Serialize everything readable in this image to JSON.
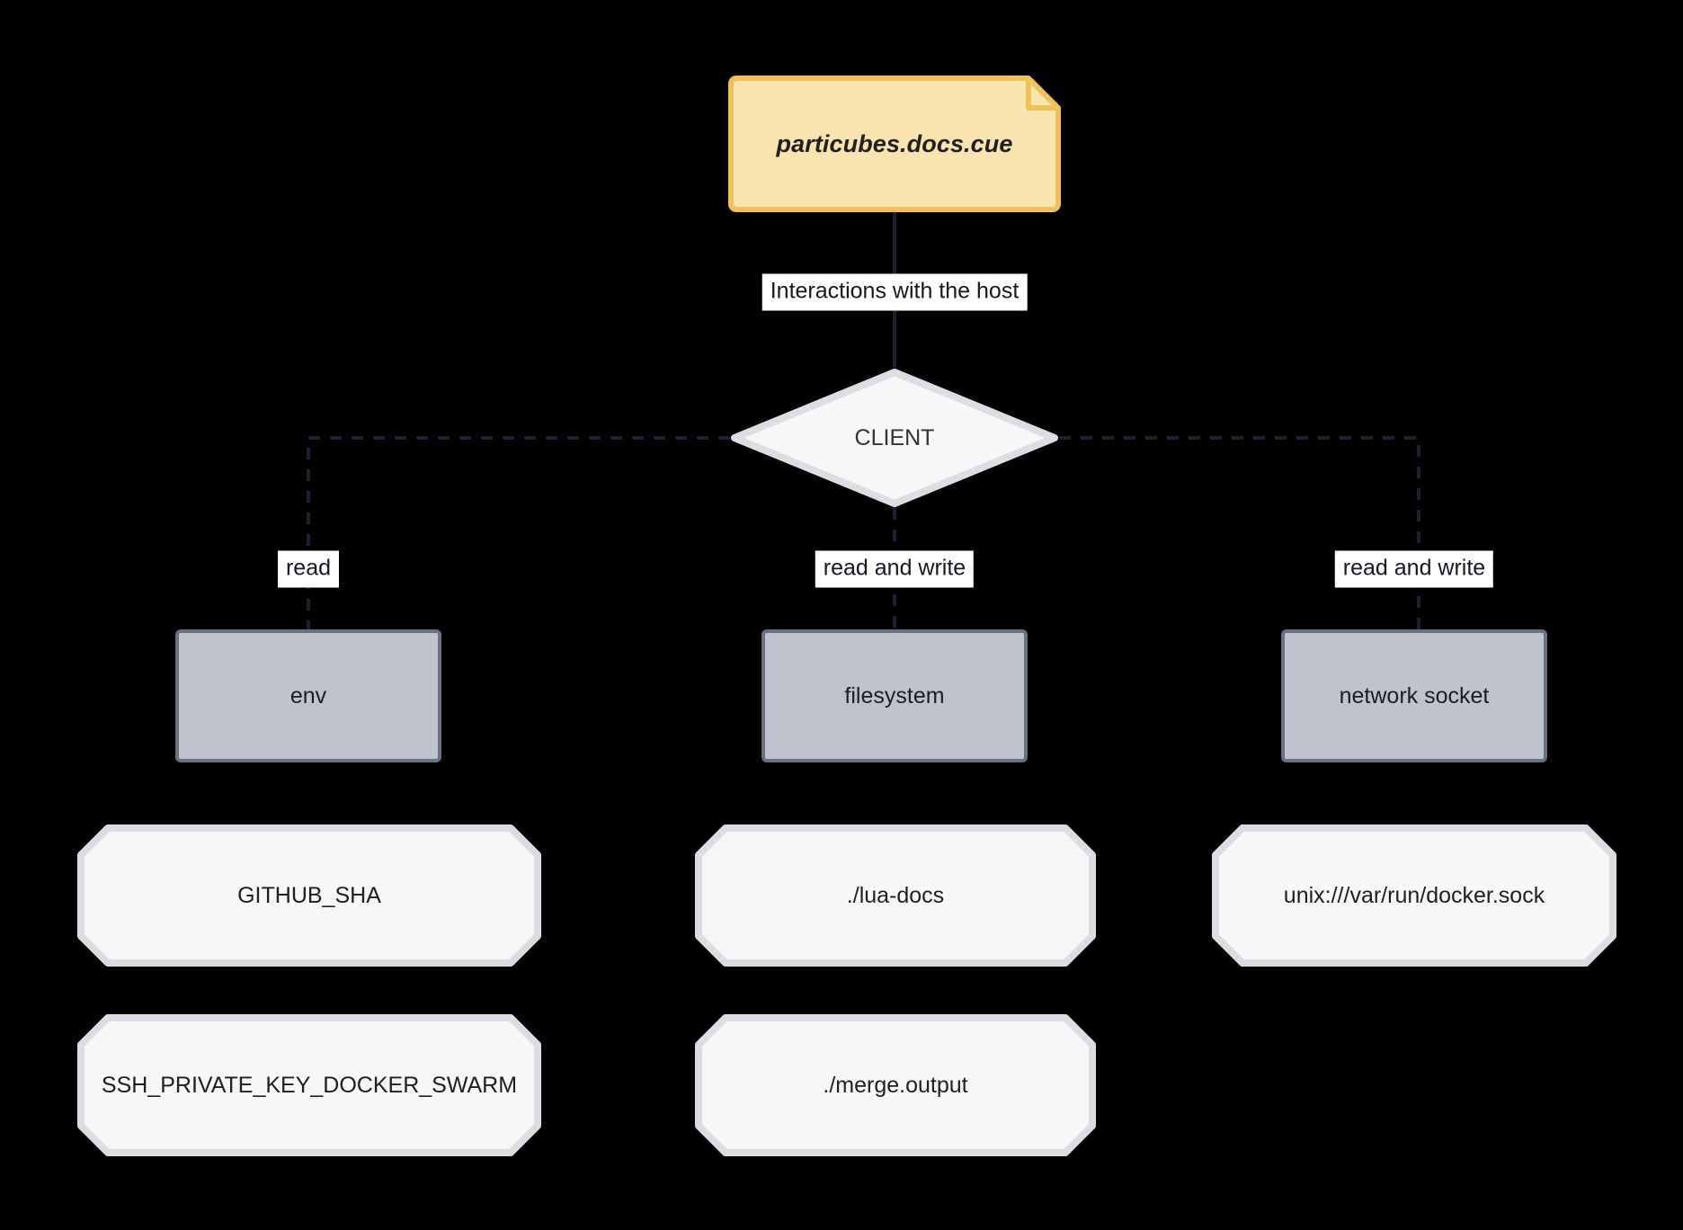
{
  "diagram": {
    "title": "Interactions with the host",
    "background_color": "#000000",
    "nodes": {
      "note": {
        "label": "particubes.docs.cue",
        "shape": "note",
        "fill": "#f9e3ae",
        "stroke": "#eec25a"
      },
      "client": {
        "label": "CLIENT",
        "shape": "diamond",
        "fill": "#f7f7f8",
        "stroke": "#dddde3"
      },
      "resources": [
        {
          "id": "env",
          "label": "env",
          "shape": "rect",
          "fill": "#bfc3cd",
          "stroke": "#6a7183"
        },
        {
          "id": "filesystem",
          "label": "filesystem",
          "shape": "rect",
          "fill": "#bfc3cd",
          "stroke": "#6a7183"
        },
        {
          "id": "network-socket",
          "label": "network socket",
          "shape": "rect",
          "fill": "#bfc3cd",
          "stroke": "#6a7183"
        }
      ],
      "values": [
        {
          "id": "github-sha",
          "label": "GITHUB_SHA",
          "shape": "octagon",
          "column": "env",
          "row": 1
        },
        {
          "id": "ssh-private-key-docker-swarm",
          "label": "SSH_PRIVATE_KEY_DOCKER_SWARM",
          "shape": "octagon",
          "column": "env",
          "row": 2
        },
        {
          "id": "lua-docs",
          "label": "./lua-docs",
          "shape": "octagon",
          "column": "filesystem",
          "row": 1
        },
        {
          "id": "merge-output",
          "label": "./merge.output",
          "shape": "octagon",
          "column": "filesystem",
          "row": 2
        },
        {
          "id": "docker-sock",
          "label": "unix:///var/run/docker.sock",
          "shape": "octagon",
          "column": "network-socket",
          "row": 1
        }
      ]
    },
    "edges": [
      {
        "id": "note-to-client",
        "from": "note",
        "to": "client",
        "label": "Interactions with the host",
        "style": "solid",
        "color": "#1c2030"
      },
      {
        "id": "client-to-env",
        "from": "client",
        "to": "env",
        "label": "read",
        "style": "dashed",
        "color": "#1c2030"
      },
      {
        "id": "client-to-filesystem",
        "from": "client",
        "to": "filesystem",
        "label": "read and write",
        "style": "dashed",
        "color": "#1c2030"
      },
      {
        "id": "client-to-network-socket",
        "from": "client",
        "to": "network-socket",
        "label": "read and write",
        "style": "dashed",
        "color": "#1c2030"
      }
    ]
  }
}
